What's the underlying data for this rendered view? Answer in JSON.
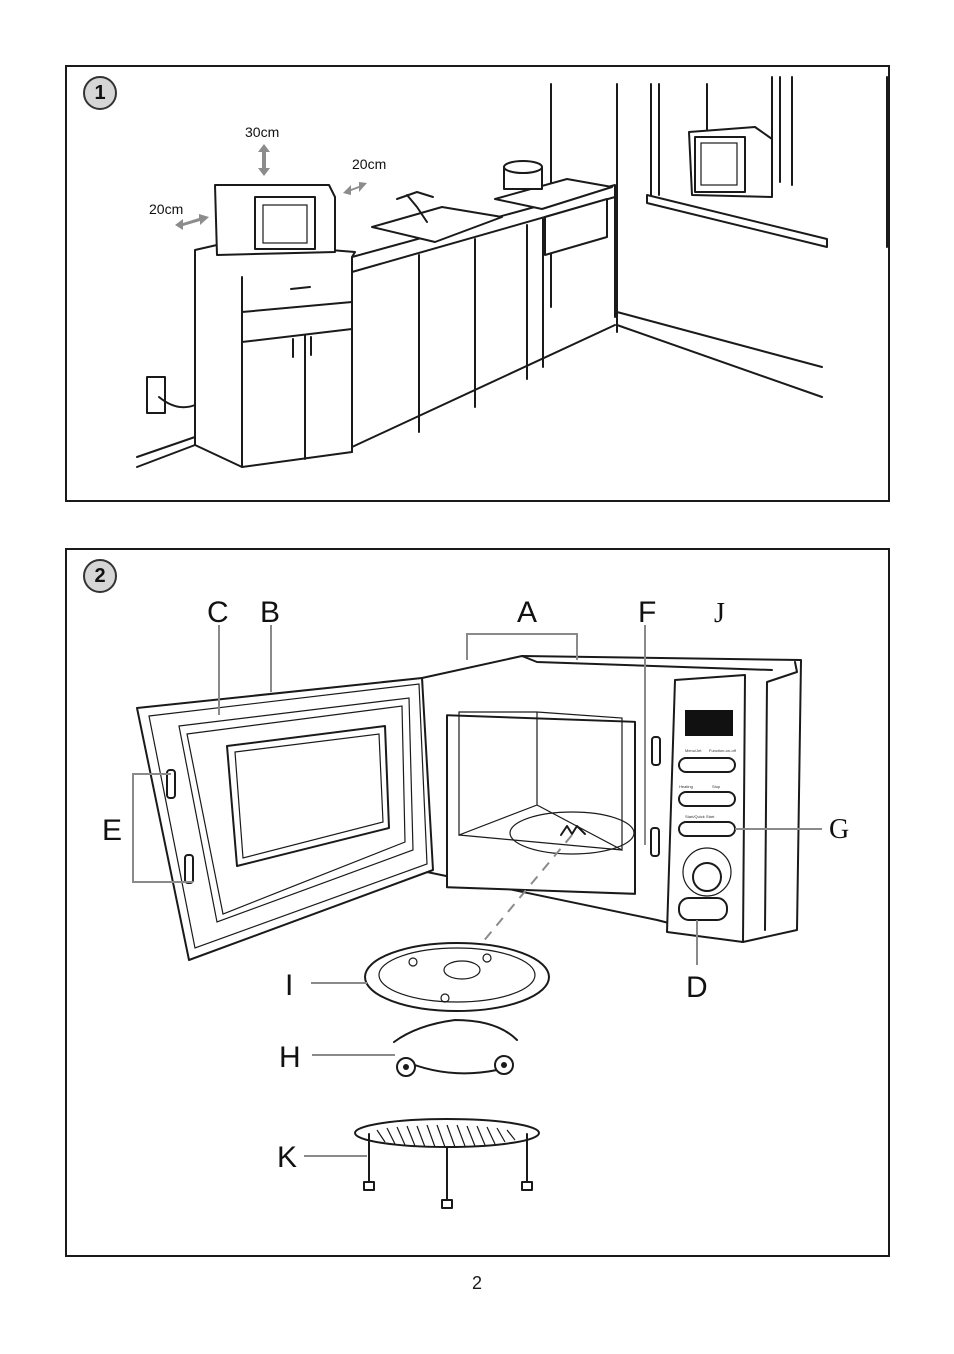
{
  "figure1": {
    "badge": "1",
    "dimensions": {
      "top": "30cm",
      "right": "20cm",
      "left": "20cm"
    }
  },
  "figure2": {
    "badge": "2",
    "labels": {
      "A": "A",
      "B": "B",
      "C": "C",
      "D": "D",
      "E": "E",
      "F": "F",
      "G": "G",
      "H": "H",
      "I": "I",
      "J": "J",
      "K": "K"
    },
    "control_panel_text": [
      "Menu/Jet",
      "Function-on-off",
      "Heating",
      "Stop",
      "Start/Quick Start"
    ]
  },
  "page_number": "2"
}
